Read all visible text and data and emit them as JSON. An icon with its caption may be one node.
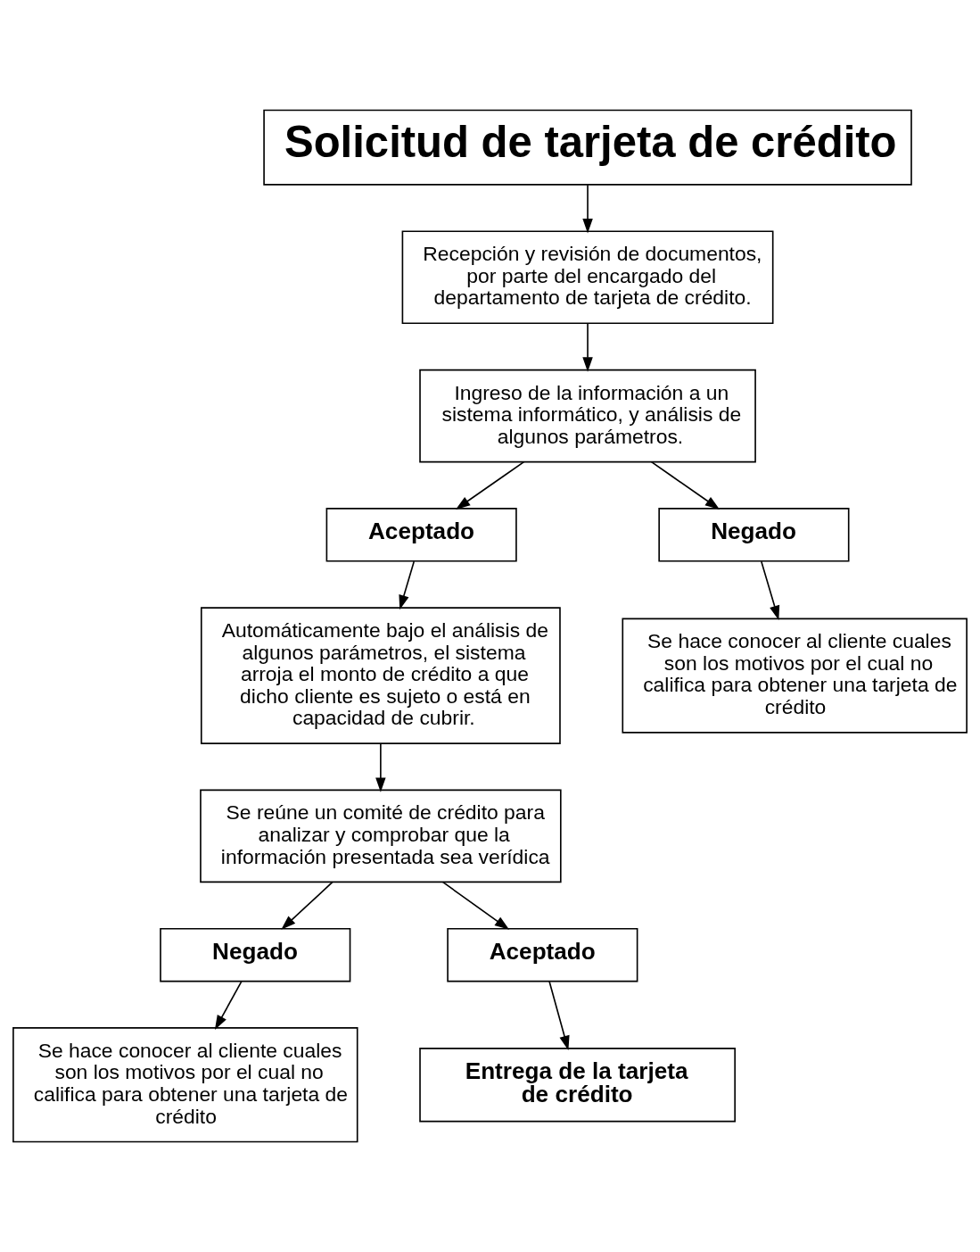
{
  "diagram": {
    "nodes": [
      {
        "text": [
          "Solicitud de tarjeta de crédito"
        ]
      },
      {
        "text": [
          "Recepción y revisión de documentos, por parte del encargado del departamento de tarjeta de crédito."
        ]
      },
      {
        "text": [
          "Ingreso de la información a un sistema informático, y análisis de algunos parámetros."
        ]
      },
      {
        "text": [
          "Aceptado"
        ]
      },
      {
        "text": [
          "Negado"
        ]
      },
      {
        "text": [
          "Automáticamente bajo el análisis de algunos parámetros, el sistema arroja el monto de crédito a que dicho cliente es sujeto o está en capacidad de cubrir."
        ]
      },
      {
        "text": [
          "Se hace conocer al cliente cuales son los motivos por el cual no califica para obtener una tarjeta de crédito"
        ]
      },
      {
        "text": [
          "Se reúne un comité de crédito para analizar y comprobar que la información presentada sea verídica"
        ]
      },
      {
        "text": [
          "Negado"
        ]
      },
      {
        "text": [
          "Aceptado"
        ]
      },
      {
        "text": [
          "Se hace conocer al cliente cuales son los motivos por el cual no califica para obtener una tarjeta de crédito"
        ]
      },
      {
        "text": [
          "Entrega de la tarjeta de crédito"
        ]
      }
    ],
    "edges": [
      {
        "from": 0,
        "to": 1,
        "arrow": "to"
      },
      {
        "from": 1,
        "to": 2,
        "arrow": "to"
      },
      {
        "from": 2,
        "to": 3,
        "arrow": "to"
      },
      {
        "from": 2,
        "to": 4,
        "arrow": "to"
      },
      {
        "from": 3,
        "to": 5,
        "arrow": "to"
      },
      {
        "from": 4,
        "to": 6,
        "arrow": "to"
      },
      {
        "from": 5,
        "to": 7,
        "arrow": "to"
      },
      {
        "from": 7,
        "to": 8,
        "arrow": "to"
      },
      {
        "from": 8,
        "to": 10,
        "arrow": "to"
      },
      {
        "from": 7,
        "to": 9,
        "arrow": "to"
      },
      {
        "from": 9,
        "to": 11,
        "arrow": "to"
      }
    ]
  }
}
